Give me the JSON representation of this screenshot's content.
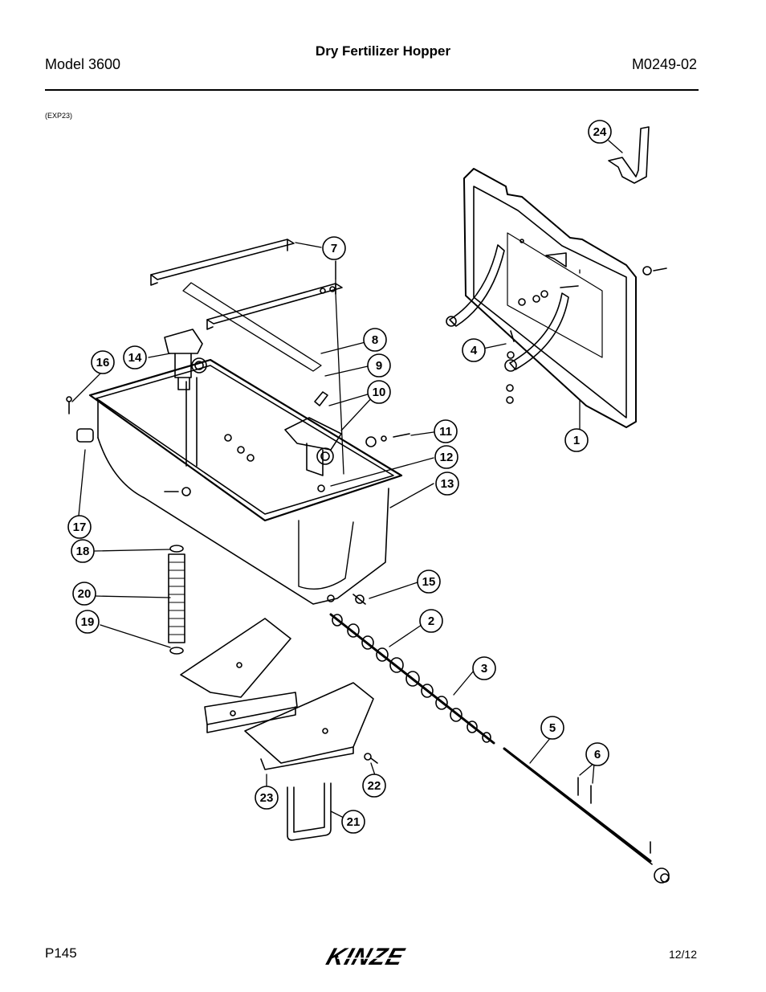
{
  "header": {
    "title": "Dry Fertilizer Hopper",
    "model": "Model 3600",
    "doc_number": "M0249-02"
  },
  "figure_ref": "(EXP23)",
  "footer": {
    "page": "P145",
    "date": "12/12",
    "logo_text": "KINZE"
  },
  "callouts": [
    "1",
    "2",
    "3",
    "4",
    "5",
    "6",
    "7",
    "8",
    "9",
    "10",
    "11",
    "12",
    "13",
    "14",
    "15",
    "16",
    "17",
    "18",
    "19",
    "20",
    "21",
    "22",
    "23",
    "24"
  ]
}
